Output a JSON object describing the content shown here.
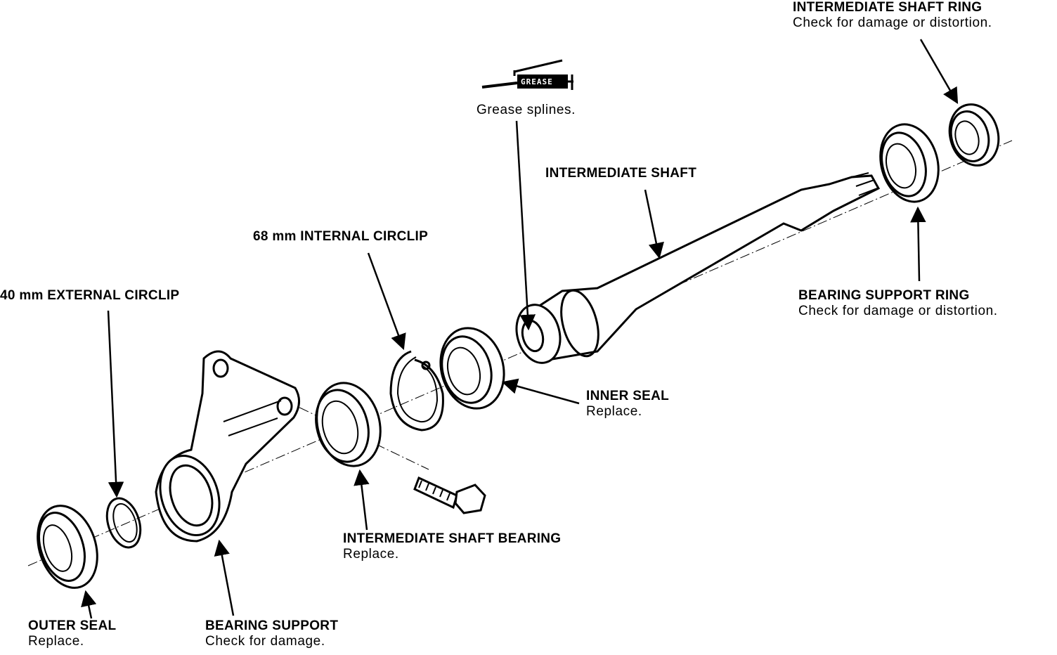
{
  "labels": {
    "intermediate_shaft_ring": {
      "title": "INTERMEDIATE SHAFT RING",
      "note": "Check for damage or distortion."
    },
    "grease": {
      "tag": "GREASE",
      "note": "Grease splines."
    },
    "intermediate_shaft": {
      "title": "INTERMEDIATE SHAFT"
    },
    "internal_circlip": {
      "title": "68 mm INTERNAL CIRCLIP"
    },
    "external_circlip": {
      "title": "40 mm EXTERNAL CIRCLIP"
    },
    "bearing_support_ring": {
      "title": "BEARING SUPPORT RING",
      "note": "Check for damage or distortion."
    },
    "inner_seal": {
      "title": "INNER SEAL",
      "note": "Replace."
    },
    "shaft_bearing": {
      "title": "INTERMEDIATE SHAFT BEARING",
      "note": "Replace."
    },
    "outer_seal": {
      "title": "OUTER SEAL",
      "note": "Replace."
    },
    "bearing_support": {
      "title": "BEARING SUPPORT",
      "note": "Check for damage."
    }
  },
  "colors": {
    "ink": "#000000",
    "paper": "#ffffff"
  }
}
